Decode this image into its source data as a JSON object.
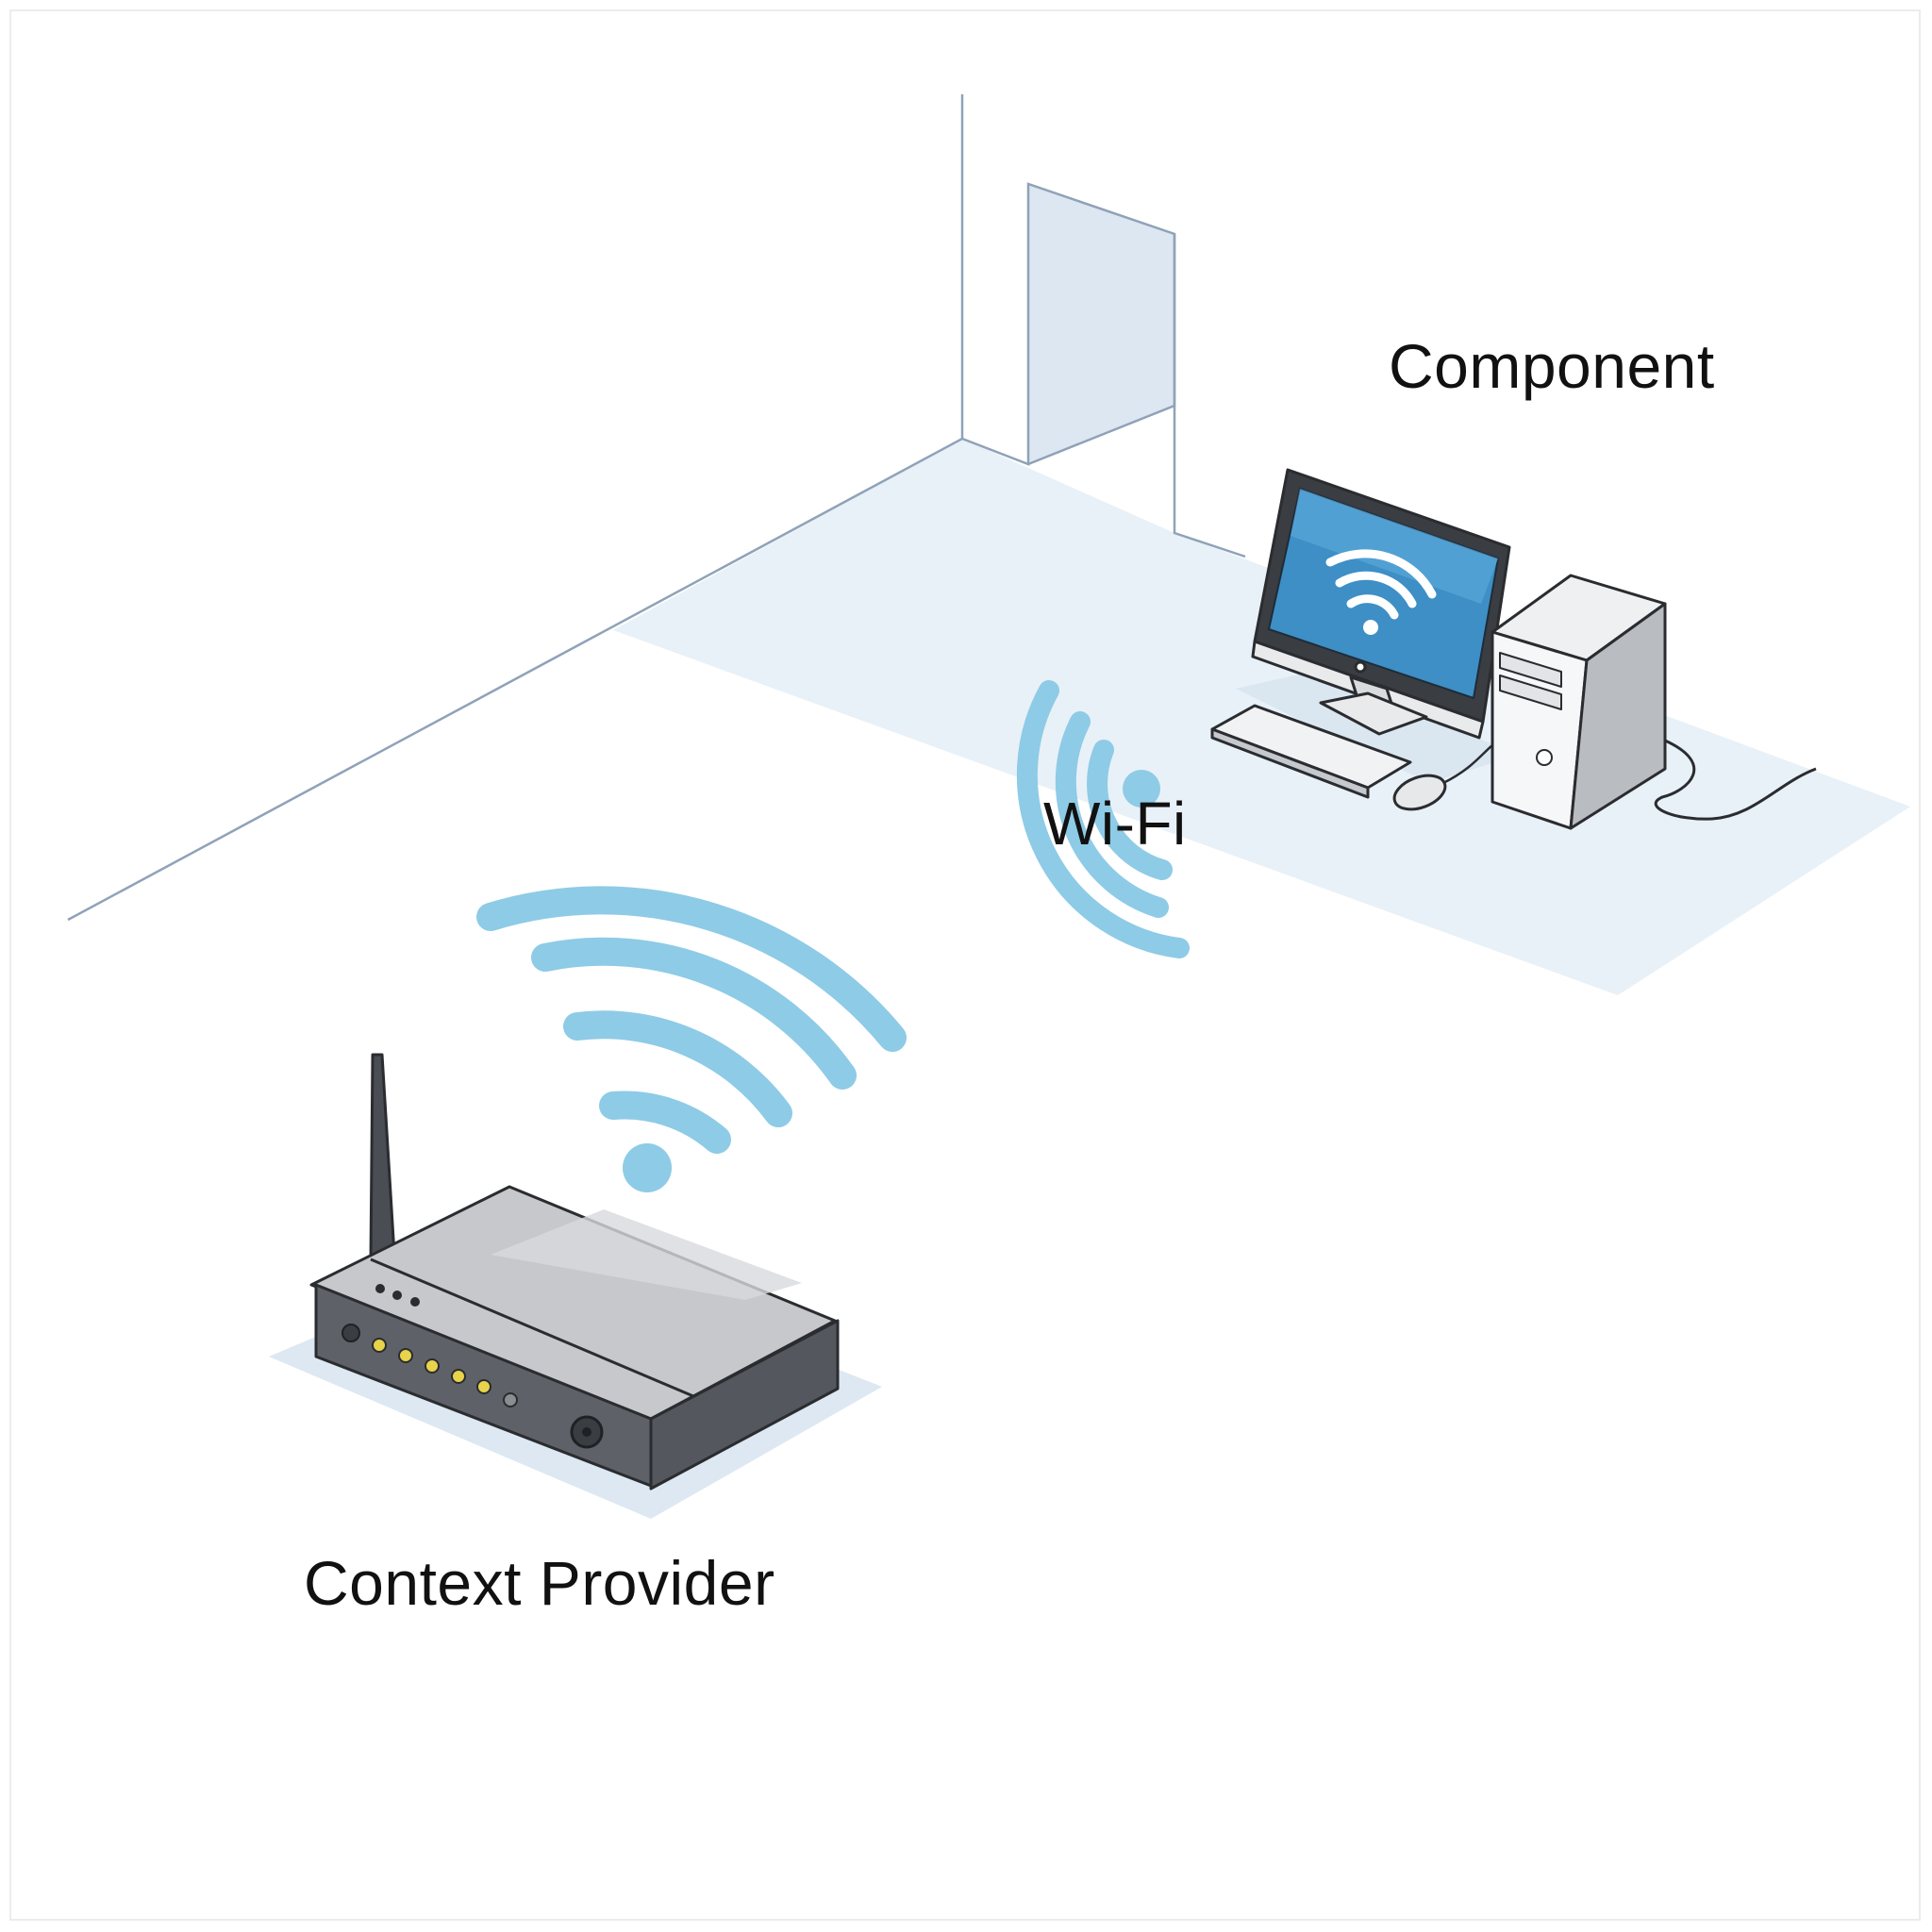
{
  "labels": {
    "component": "Component",
    "wifi": "Wi-Fi",
    "context_provider": "Context Provider"
  },
  "colors": {
    "signal": "#8ecbe6",
    "floor": "#e4eef6",
    "wall_line": "#8fa2b8",
    "screen": "#3d8fc6",
    "router_top": "#c6c8cb",
    "router_front": "#5e6268",
    "led": "#e8d34a"
  },
  "icons": {
    "router": "router-icon",
    "computer": "desktop-computer-icon",
    "signal": "wifi-signal-icon"
  }
}
